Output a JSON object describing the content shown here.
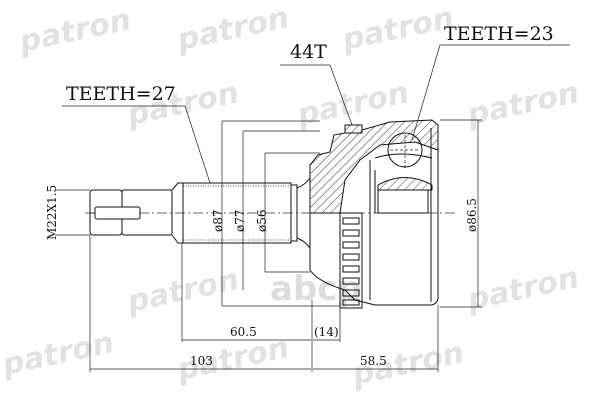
{
  "watermark": {
    "brand": "patron",
    "secondary": "abcp"
  },
  "callouts": {
    "teeth_shaft": "TEETH=27",
    "abs_ring": "44T",
    "teeth_inner": "TEETH=23"
  },
  "dimensions": {
    "thread": "M22X1.5",
    "d87": "ø87",
    "d77": "ø77",
    "d56": "ø56",
    "d86_5": "ø86.5",
    "len_60_5": "60.5",
    "len_14": "(14)",
    "len_103": "103",
    "len_58_5": "58.5"
  },
  "colors": {
    "line": "#111111",
    "watermark": "#d9d9d9",
    "background": "#ffffff"
  }
}
